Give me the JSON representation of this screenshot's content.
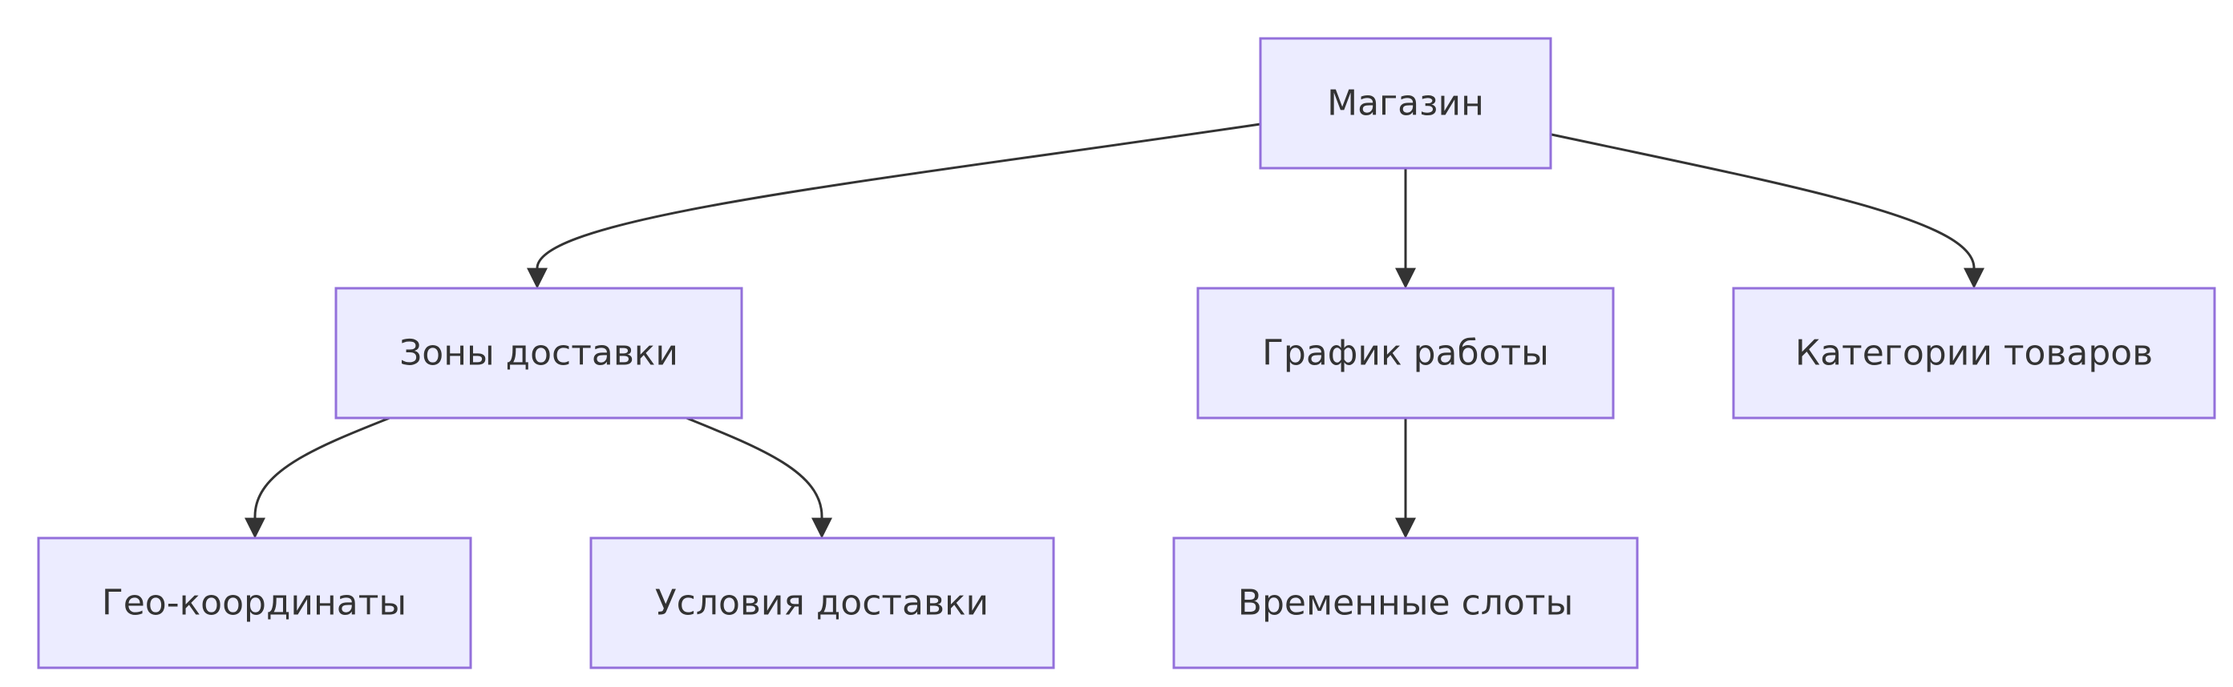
{
  "diagram": {
    "type": "flowchart",
    "direction": "TB",
    "colors": {
      "node_fill": "#ECECFF",
      "node_stroke": "#9370DB",
      "edge": "#333333",
      "text": "#333333",
      "background": "#FFFFFF"
    },
    "nodes": {
      "store": {
        "label": "Магазин"
      },
      "delivery_zones": {
        "label": "Зоны доставки"
      },
      "schedule": {
        "label": "График работы"
      },
      "categories": {
        "label": "Категории товаров"
      },
      "geo": {
        "label": "Гео-координаты"
      },
      "conditions": {
        "label": "Условия доставки"
      },
      "slots": {
        "label": "Временные слоты"
      }
    },
    "edges": [
      {
        "from": "store",
        "to": "delivery_zones"
      },
      {
        "from": "store",
        "to": "schedule"
      },
      {
        "from": "store",
        "to": "categories"
      },
      {
        "from": "delivery_zones",
        "to": "geo"
      },
      {
        "from": "delivery_zones",
        "to": "conditions"
      },
      {
        "from": "schedule",
        "to": "slots"
      }
    ]
  }
}
